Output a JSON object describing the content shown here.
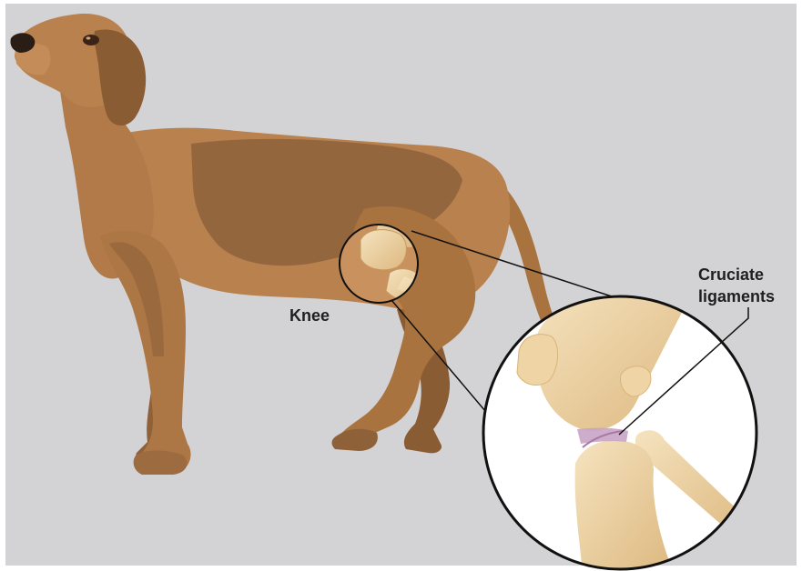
{
  "labels": {
    "knee": "Knee",
    "cruciate_line1": "Cruciate",
    "cruciate_line2": "ligaments"
  },
  "colors": {
    "background": "#d3d3d5",
    "fur_light": "#b9814e",
    "fur_dark": "#93663e",
    "fur_shadow": "#7a5432",
    "bone": "#efd5a6",
    "bone_shade": "#d9b47a",
    "ligament": "#c9a3c6",
    "outline": "#111111",
    "inset_bg": "#ffffff"
  }
}
